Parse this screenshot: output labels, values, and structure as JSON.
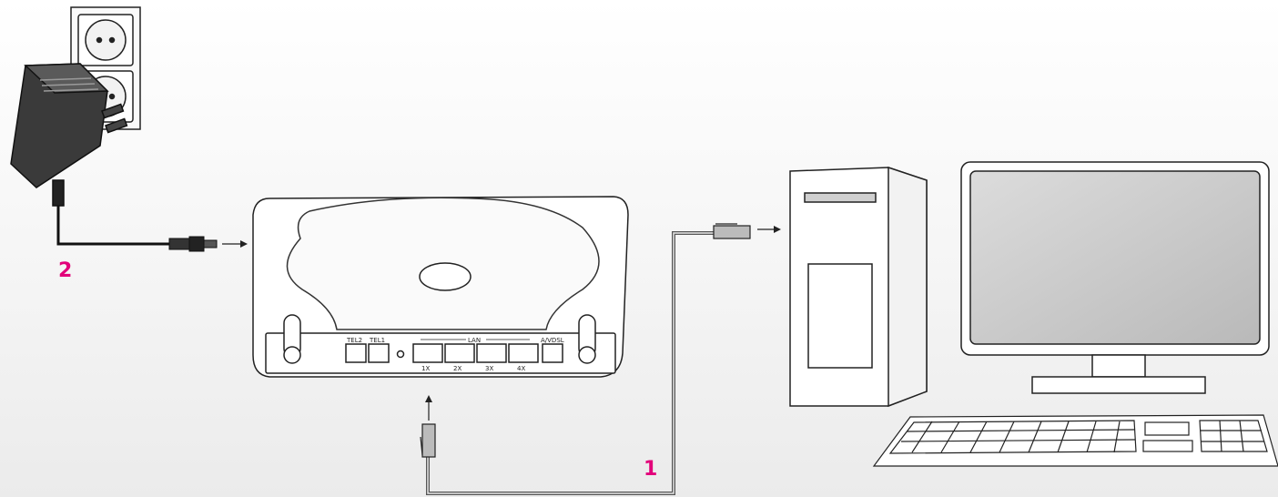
{
  "steps": {
    "step1": "1",
    "step2": "2"
  },
  "router": {
    "ports": {
      "tel2": "TEL2",
      "tel1": "TEL1",
      "lan": "LAN",
      "avdsl": "A/VDSL"
    },
    "lan_numbers": [
      "1X",
      "2X",
      "3X",
      "4X"
    ]
  },
  "colors": {
    "accent": "#e2007a",
    "line": "#222222",
    "cable": "#555555",
    "screen": "#cfcfcf"
  },
  "icons": [
    "power-adapter-icon",
    "wall-socket-icon",
    "router-icon",
    "pc-tower-icon",
    "monitor-icon",
    "keyboard-icon",
    "arrow-icon"
  ]
}
